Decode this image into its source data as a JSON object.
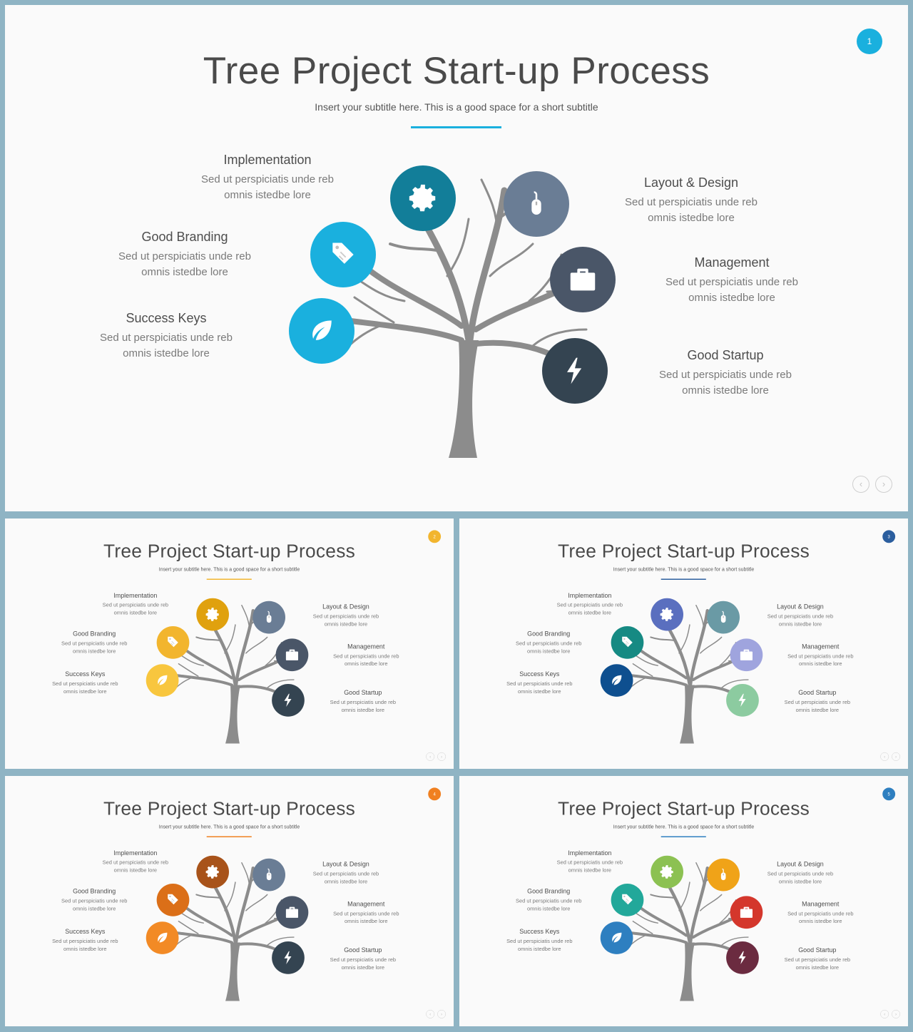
{
  "slide_title": "Tree Project Start-up Process",
  "slide_subtitle": "Insert your subtitle here. This is a good space for a short subtitle",
  "items": [
    {
      "title": "Implementation",
      "desc1": "Sed ut perspiciatis unde reb",
      "desc2": "omnis istedbe lore",
      "icon": "gear-icon"
    },
    {
      "title": "Good Branding",
      "desc1": "Sed ut perspiciatis unde reb",
      "desc2": "omnis istedbe lore",
      "icon": "tag-icon"
    },
    {
      "title": "Success Keys",
      "desc1": "Sed ut perspiciatis unde reb",
      "desc2": "omnis istedbe lore",
      "icon": "leaf-icon"
    },
    {
      "title": "Layout & Design",
      "desc1": "Sed ut perspiciatis unde reb",
      "desc2": "omnis istedbe lore",
      "icon": "mouse-icon"
    },
    {
      "title": "Management",
      "desc1": "Sed ut perspiciatis unde reb",
      "desc2": "omnis istedbe lore",
      "icon": "briefcase-icon"
    },
    {
      "title": "Good Startup",
      "desc1": "Sed ut perspiciatis unde reb",
      "desc2": "omnis istedbe lore",
      "icon": "lightning-icon"
    }
  ],
  "nav": {
    "prev": "‹",
    "next": "›"
  },
  "slides": [
    {
      "page": "1",
      "accent": "#1ab0de",
      "colors": [
        "#127e99",
        "#1ab0de",
        "#1ab0de",
        "#6a7d95",
        "#4a5668",
        "#344451"
      ]
    },
    {
      "page": "2",
      "accent": "#f2b52e",
      "colors": [
        "#e0a10e",
        "#f2b52e",
        "#f8c63e",
        "#6a7d95",
        "#4a5668",
        "#344451"
      ]
    },
    {
      "page": "3",
      "accent": "#2b5e9e",
      "colors": [
        "#5a6fbf",
        "#168a83",
        "#0e4f8f",
        "#6a9aa5",
        "#9fa4de",
        "#8ccba0"
      ]
    },
    {
      "page": "4",
      "accent": "#f08020",
      "colors": [
        "#a8531a",
        "#db6f18",
        "#f28a25",
        "#6a7d95",
        "#4a5668",
        "#344451"
      ]
    },
    {
      "page": "5",
      "accent": "#2e7fc0",
      "colors": [
        "#8cc152",
        "#22a89a",
        "#2e7fc0",
        "#f0a318",
        "#d4372c",
        "#6b2b40"
      ]
    }
  ]
}
